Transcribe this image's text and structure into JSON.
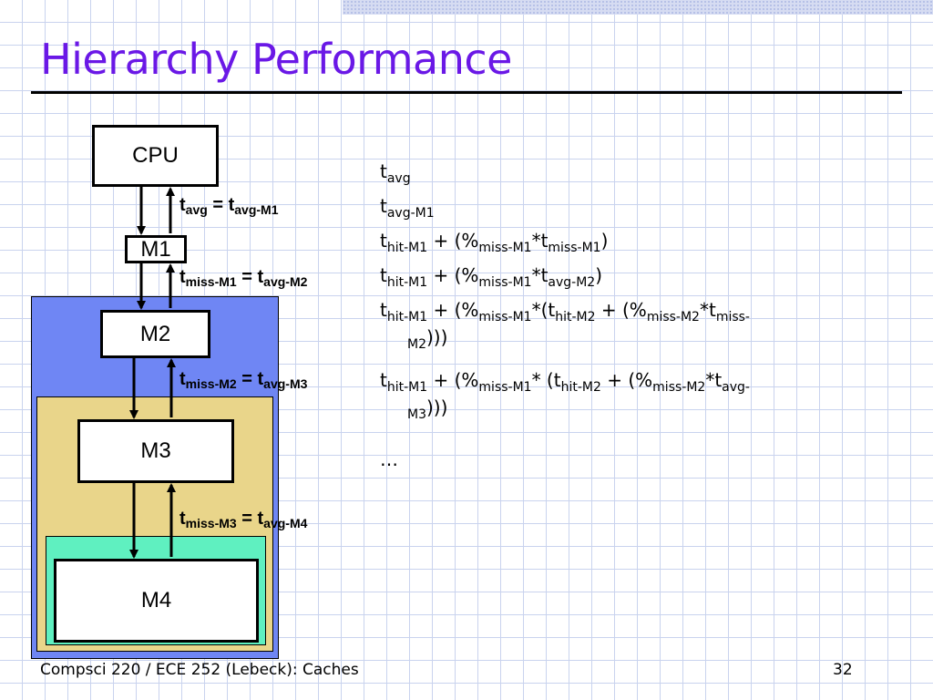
{
  "slide": {
    "title": "Hierarchy Performance",
    "footer_left": "Compsci 220 / ECE 252 (Lebeck): Caches",
    "page_number": "32"
  },
  "diagram": {
    "boxes": [
      "CPU",
      "M1",
      "M2",
      "M3",
      "M4"
    ],
    "labels": [
      {
        "lhs": "t",
        "lhs_sub": "avg",
        "eq": " = t",
        "rhs_sub": "avg-M1"
      },
      {
        "lhs": "t",
        "lhs_sub": "miss-M1",
        "eq": " = t",
        "rhs_sub": "avg-M2"
      },
      {
        "lhs": "t",
        "lhs_sub": "miss-M2",
        "eq": " = t",
        "rhs_sub": "avg-M3"
      },
      {
        "lhs": "t",
        "lhs_sub": "miss-M3",
        "eq": " = t",
        "rhs_sub": "avg-M4"
      }
    ]
  },
  "equations": [
    [
      [
        "t",
        ""
      ],
      [
        "avg",
        "s"
      ]
    ],
    [
      [
        "t",
        ""
      ],
      [
        "avg-M1",
        "s"
      ]
    ],
    [
      [
        "t",
        ""
      ],
      [
        "hit-M1",
        "s"
      ],
      [
        " + (%",
        ""
      ],
      [
        "miss-M1",
        "s"
      ],
      [
        "*t",
        ""
      ],
      [
        "miss-M1",
        "s"
      ],
      [
        ")",
        ""
      ]
    ],
    [
      [
        "t",
        ""
      ],
      [
        "hit-M1",
        "s"
      ],
      [
        " + (%",
        ""
      ],
      [
        "miss-M1",
        "s"
      ],
      [
        "*t",
        ""
      ],
      [
        "avg-M2",
        "s"
      ],
      [
        ")",
        ""
      ]
    ],
    [
      [
        "t",
        ""
      ],
      [
        "hit-M1",
        "s"
      ],
      [
        " + (%",
        ""
      ],
      [
        "miss-M1",
        "s"
      ],
      [
        "*(t",
        ""
      ],
      [
        "hit-M2",
        "s"
      ],
      [
        " + (%",
        ""
      ],
      [
        "miss-M2",
        "s"
      ],
      [
        "*t",
        ""
      ],
      [
        "miss-",
        "s"
      ],
      [
        "\n",
        ""
      ],
      [
        "M2",
        "s"
      ],
      [
        ")))",
        ""
      ]
    ],
    [
      [
        "t",
        ""
      ],
      [
        "hit-M1",
        "s"
      ],
      [
        " + (%",
        ""
      ],
      [
        "miss-M1",
        "s"
      ],
      [
        "* (t",
        ""
      ],
      [
        "hit-M2",
        "s"
      ],
      [
        " + (%",
        ""
      ],
      [
        "miss-M2",
        "s"
      ],
      [
        "*t",
        ""
      ],
      [
        "avg-",
        "s"
      ],
      [
        "\n",
        ""
      ],
      [
        "M3",
        "s"
      ],
      [
        ")))",
        ""
      ]
    ],
    [
      [
        "…",
        ""
      ]
    ]
  ]
}
